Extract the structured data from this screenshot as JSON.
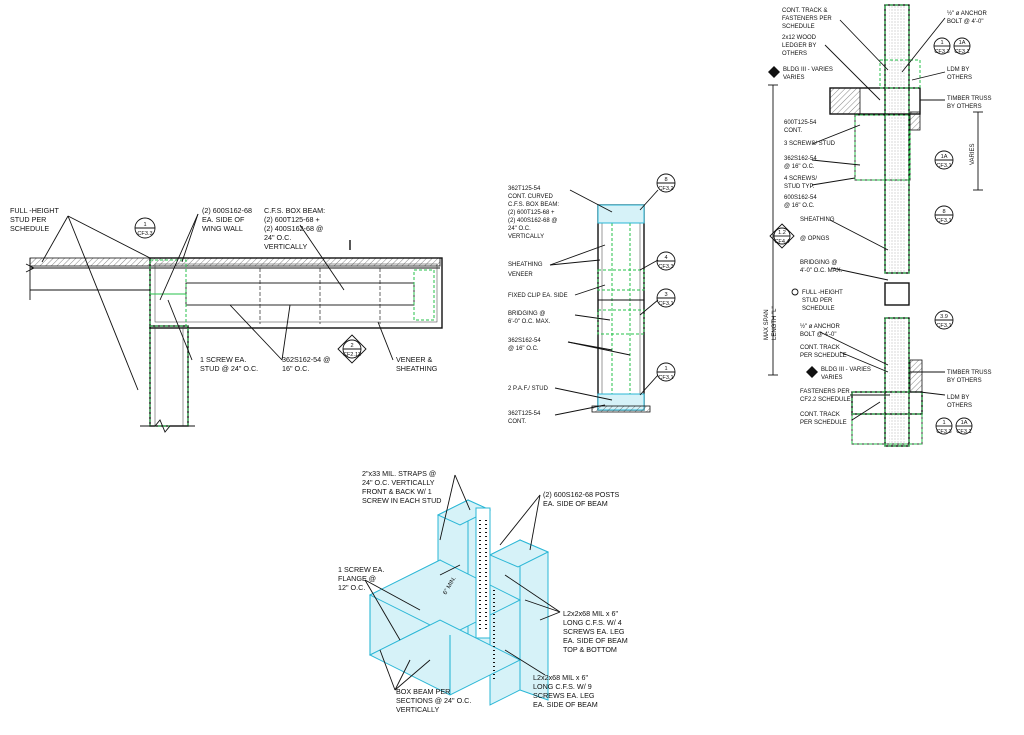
{
  "plan_detail": {
    "labels": {
      "full_height_stud": [
        "FULL -HEIGHT",
        "STUD PER",
        "SCHEDULE"
      ],
      "posts_wing_wall": [
        "(2) 600S162-68",
        "EA. SIDE OF",
        "WING WALL"
      ],
      "box_beam": [
        "C.F.S. BOX BEAM:",
        "(2) 600T125-68 +",
        "(2) 400S162-68 @",
        "24\" O.C.",
        "VERTICALLY"
      ],
      "one_screw": [
        "1 SCREW EA.",
        "STUD @ 24\" O.C."
      ],
      "stud_362": [
        "362S162-54 @",
        "16\" O.C."
      ],
      "veneer": [
        "VENEER &",
        "SHEATHING"
      ]
    },
    "bubbles": [
      {
        "num": "1",
        "sheet": "CF3.3"
      }
    ],
    "section_marker": {
      "num": "2",
      "sheet": "CF2.12"
    }
  },
  "section_detail": {
    "labels": {
      "cont_curved": [
        "362T125-54",
        "CONT. CURVED",
        "C.F.S. BOX BEAM:",
        "(2) 600T125-68 +",
        "(2) 400S162-68 @",
        "24\" O.C.",
        "VERTICALLY"
      ],
      "sheathing": [
        "SHEATHING"
      ],
      "veneer": [
        "VENEER"
      ],
      "fixed_clip": [
        "FIXED CLIP EA. SIDE"
      ],
      "bridging": [
        "BRIDGING @",
        "6'-0\" O.C. MAX."
      ],
      "stud": [
        "362S162-54",
        "@ 16\" O.C."
      ],
      "paf": [
        "2 P.A.F./ STUD"
      ],
      "track": [
        "362T125-54",
        "CONT."
      ]
    },
    "bubbles": [
      {
        "num": "8",
        "sheet": "CF3.2"
      },
      {
        "num": "4",
        "sheet": "CF3.3"
      },
      {
        "num": "3",
        "sheet": "CF3.1"
      },
      {
        "num": "1",
        "sheet": "CF3.1"
      }
    ]
  },
  "wall_section": {
    "labels": {
      "cont_track_top": [
        "CONT. TRACK &",
        "FASTENERS PER",
        "SCHEDULE"
      ],
      "ledger": [
        "2x12 WOOD",
        "LEDGER BY",
        "OTHERS"
      ],
      "bldg_top": [
        "BLDG III - VARIES",
        "VARIES"
      ],
      "anchor_top": [
        "½\" ø ANCHOR",
        "BOLT @ 4'-0\""
      ],
      "ldm_top": [
        "LDM BY",
        "OTHERS"
      ],
      "truss_top": [
        "TIMBER TRUSS",
        "BY OTHERS"
      ],
      "cont_600": [
        "600T125-54",
        "CONT."
      ],
      "screws_stud": [
        "3 SCREWS/ STUD"
      ],
      "s362": [
        "362S162-54",
        "@ 16\" O.C."
      ],
      "screws4": [
        "4 SCREWS/",
        "STUD TYP."
      ],
      "s600": [
        "600S162-54",
        "@ 16\" O.C."
      ],
      "varies": [
        "VARIES"
      ],
      "sheathing": [
        "SHEATHING"
      ],
      "opngs": [
        "@ OPNGS"
      ],
      "max_span": [
        "MAX SPAN",
        "LENGTH \"L\""
      ],
      "bridging": [
        "BRIDGING @",
        "4'-0\" O.C. MAX."
      ],
      "full_height": [
        "FULL -HEIGHT",
        "STUD PER",
        "SCHEDULE"
      ],
      "anchor_bot": [
        "½\" ø ANCHOR",
        "BOLT @ 4'-0\""
      ],
      "cont_track_mid": [
        "CONT. TRACK",
        "PER SCHEDULE"
      ],
      "bldg_bot": [
        "BLDG III - VARIES",
        "VARIES"
      ],
      "fasteners": [
        "FASTENERS PER",
        "CF2.2 SCHEDULE"
      ],
      "cont_track_bot": [
        "CONT. TRACK",
        "PER SCHEDULE"
      ],
      "truss_bot": [
        "TIMBER TRUSS",
        "BY OTHERS"
      ],
      "ldm_bot": [
        "LDM BY",
        "OTHERS"
      ]
    },
    "bubbles": [
      {
        "num": "1",
        "sheet": "CF3.3"
      },
      {
        "num": "1A",
        "sheet": "CF3.1"
      },
      {
        "num": "1A",
        "sheet": "CF3.1"
      },
      {
        "num": "8",
        "sheet": "CF3.1"
      },
      {
        "num": "3.9",
        "sheet": "CF3.1"
      },
      {
        "num": "1",
        "sheet": "CF3.3"
      },
      {
        "num": "1A",
        "sheet": "CF3.1"
      }
    ],
    "section_marker": {
      "num": "1.2",
      "sheet": "CF4.4"
    }
  },
  "iso_detail": {
    "labels": {
      "straps": [
        "2\"x33 MIL. STRAPS @",
        "24\" O.C. VERTICALLY",
        "FRONT & BACK W/ 1",
        "SCREW IN EACH STUD"
      ],
      "posts": [
        "(2) 600S162-68 POSTS",
        "EA. SIDE OF BEAM"
      ],
      "one_screw": [
        "1 SCREW EA.",
        "FLANGE @",
        "12\" O.C."
      ],
      "min": [
        "6\" MIN."
      ],
      "angle_top": [
        "L2x2x68 MIL x 6\"",
        "LONG C.F.S. W/ 4",
        "SCREWS EA. LEG",
        "EA. SIDE OF BEAM",
        "TOP & BOTTOM"
      ],
      "angle_bot": [
        "L2x2x68 MIL x 6\"",
        "LONG C.F.S. W/ 9",
        "SCREWS EA. LEG",
        "EA. SIDE OF BEAM"
      ],
      "box_beam": [
        "BOX BEAM PER",
        "SECTIONS @ 24\" O.C.",
        "VERTICALLY"
      ]
    }
  }
}
